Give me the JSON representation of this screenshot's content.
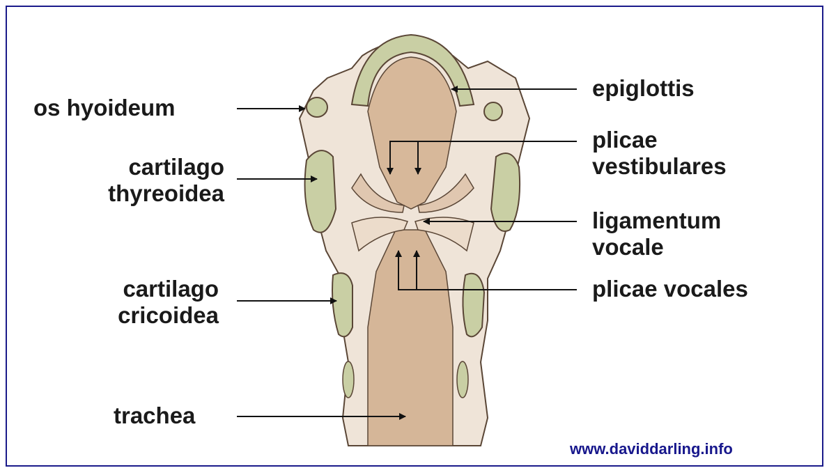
{
  "labels": {
    "os_hyoideum": "os hyoideum",
    "cartilago_thyreoidea_line1": "cartilago",
    "cartilago_thyreoidea_line2": "thyreoidea",
    "cartilago_cricoidea_line1": "cartilago",
    "cartilago_cricoidea_line2": "cricoidea",
    "trachea": "trachea",
    "epiglottis": "epiglottis",
    "plicae_vestibulares_line1": "plicae",
    "plicae_vestibulares_line2": "vestibulares",
    "ligamentum_vocale_line1": "ligamentum",
    "ligamentum_vocale_line2": "vocale",
    "plicae_vocales": "plicae vocales"
  },
  "credit": "www.daviddarling.info",
  "colors": {
    "border": "#1a1a8a",
    "credit": "#17178c",
    "cartilage": "#c9cfa4",
    "tissue": "#d9bfa6",
    "lumen": "#c6a487",
    "outline": "#5a4636"
  }
}
